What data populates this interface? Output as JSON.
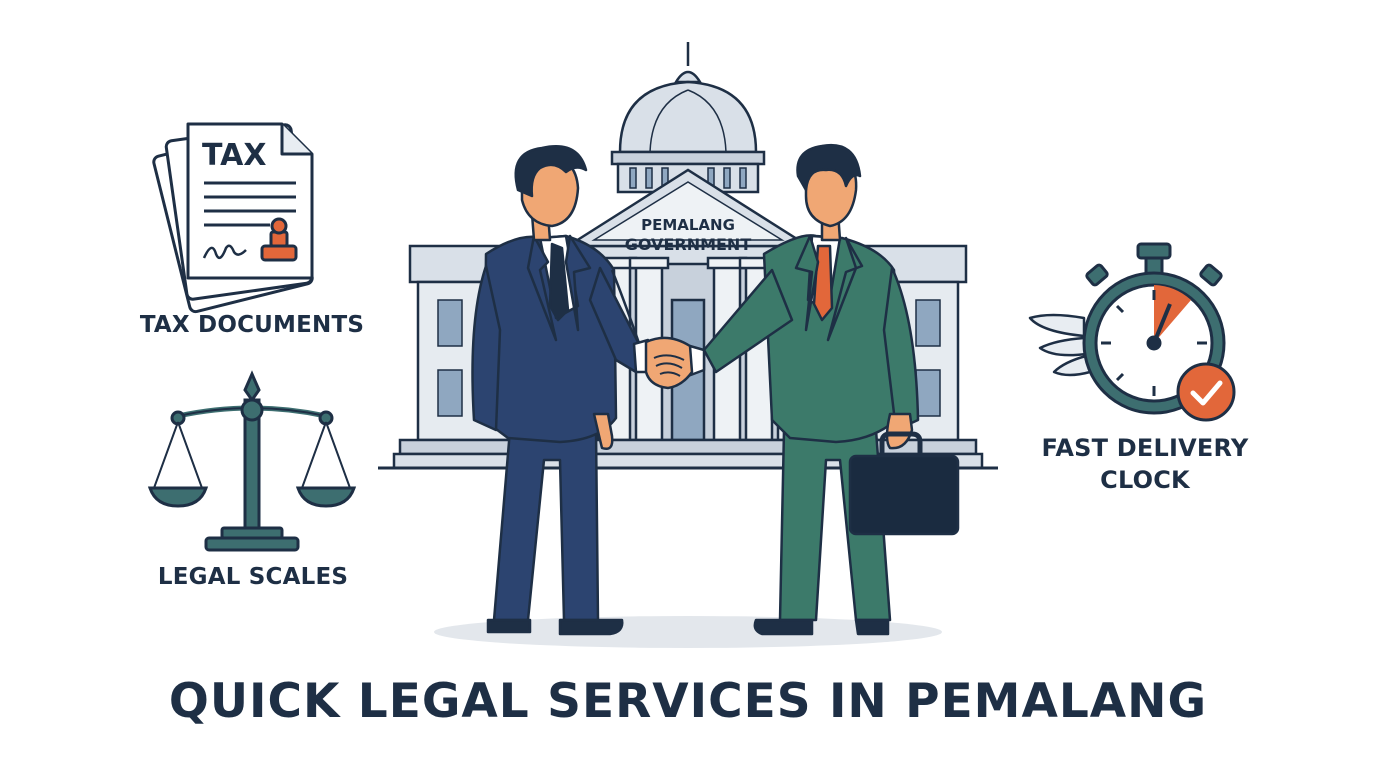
{
  "illustration": {
    "tax_doc_heading": "TAX",
    "building_sign_line1": "PEMALANG",
    "building_sign_line2": "GOVERNMENT"
  },
  "labels": {
    "tax_documents": "TAX DOCUMENTS",
    "legal_scales": "LEGAL SCALES",
    "fast_delivery_clock": "FAST DELIVERY CLOCK"
  },
  "title": "QUICK LEGAL SERVICES IN PEMALANG",
  "colors": {
    "navy": "#1e2f45",
    "building": "#d9e0e8",
    "window": "#8fa7c0",
    "navy_suit": "#2c4470",
    "green_suit": "#3c7a6a",
    "teal": "#3d6e70",
    "accent_orange": "#e2673a",
    "skin": "#f0a774"
  },
  "icons": [
    "tax-document-icon",
    "legal-scales-icon",
    "stopwatch-icon",
    "checkmark-icon",
    "wing-icon",
    "government-building-icon",
    "briefcase-icon",
    "handshake-icon"
  ]
}
